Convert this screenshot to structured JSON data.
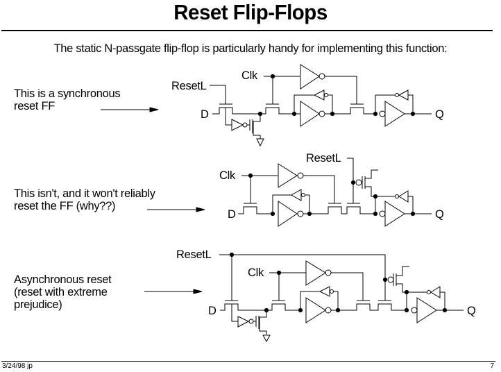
{
  "slide": {
    "title": "Reset Flip-Flops",
    "intro": "The static N-passgate flip-flop is particularly handy for implementing this function:",
    "footer_left": "3/24/98 jp",
    "page_number": "7"
  },
  "notes": [
    {
      "line1": "This is a synchronous",
      "line2": "reset FF",
      "line3": ""
    },
    {
      "line1": "This isn't, and it won't reliably",
      "line2": "reset the FF (why??)",
      "line3": ""
    },
    {
      "line1": "Asynchronous reset",
      "line2": "(reset with extreme",
      "line3": "prejudice)"
    }
  ],
  "circuits": [
    {
      "name": "synchronous-reset",
      "labels": {
        "reset": "ResetL",
        "clk": "Clk",
        "d": "D",
        "q": "Q"
      }
    },
    {
      "name": "unreliable-reset",
      "labels": {
        "reset": "ResetL",
        "clk": "Clk",
        "d": "D",
        "q": "Q"
      }
    },
    {
      "name": "asynchronous-reset",
      "labels": {
        "reset": "ResetL",
        "clk": "Clk",
        "d": "D",
        "q": "Q"
      }
    }
  ]
}
